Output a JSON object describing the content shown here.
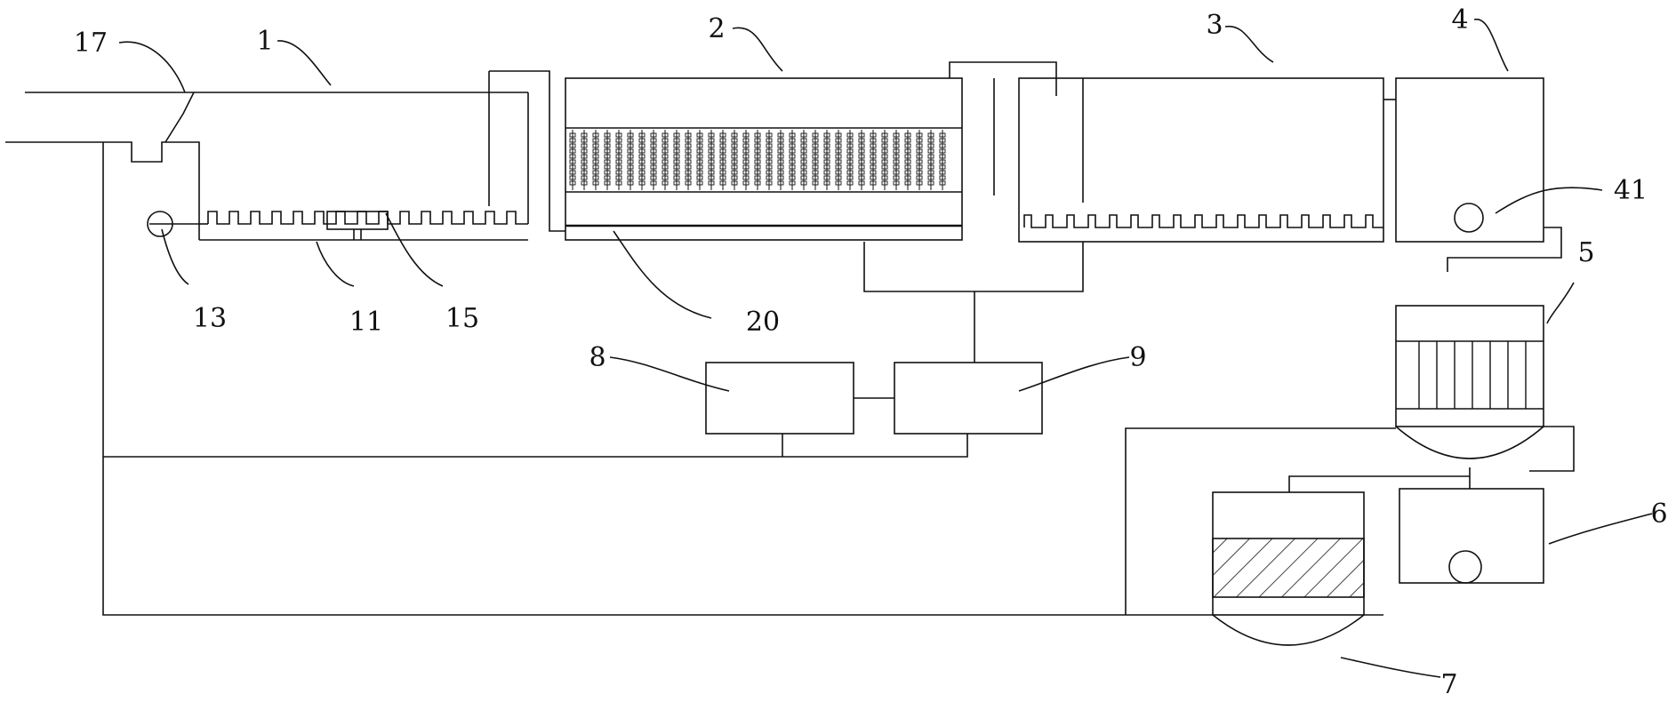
{
  "labels": {
    "l1": "1",
    "l2": "2",
    "l3": "3",
    "l4": "4",
    "l5": "5",
    "l6": "6",
    "l7": "7",
    "l8": "8",
    "l9": "9",
    "l11": "11",
    "l13": "13",
    "l15": "15",
    "l17": "17",
    "l20": "20",
    "l41": "41"
  },
  "colors": {
    "line": "#111111",
    "background": "#ffffff"
  }
}
